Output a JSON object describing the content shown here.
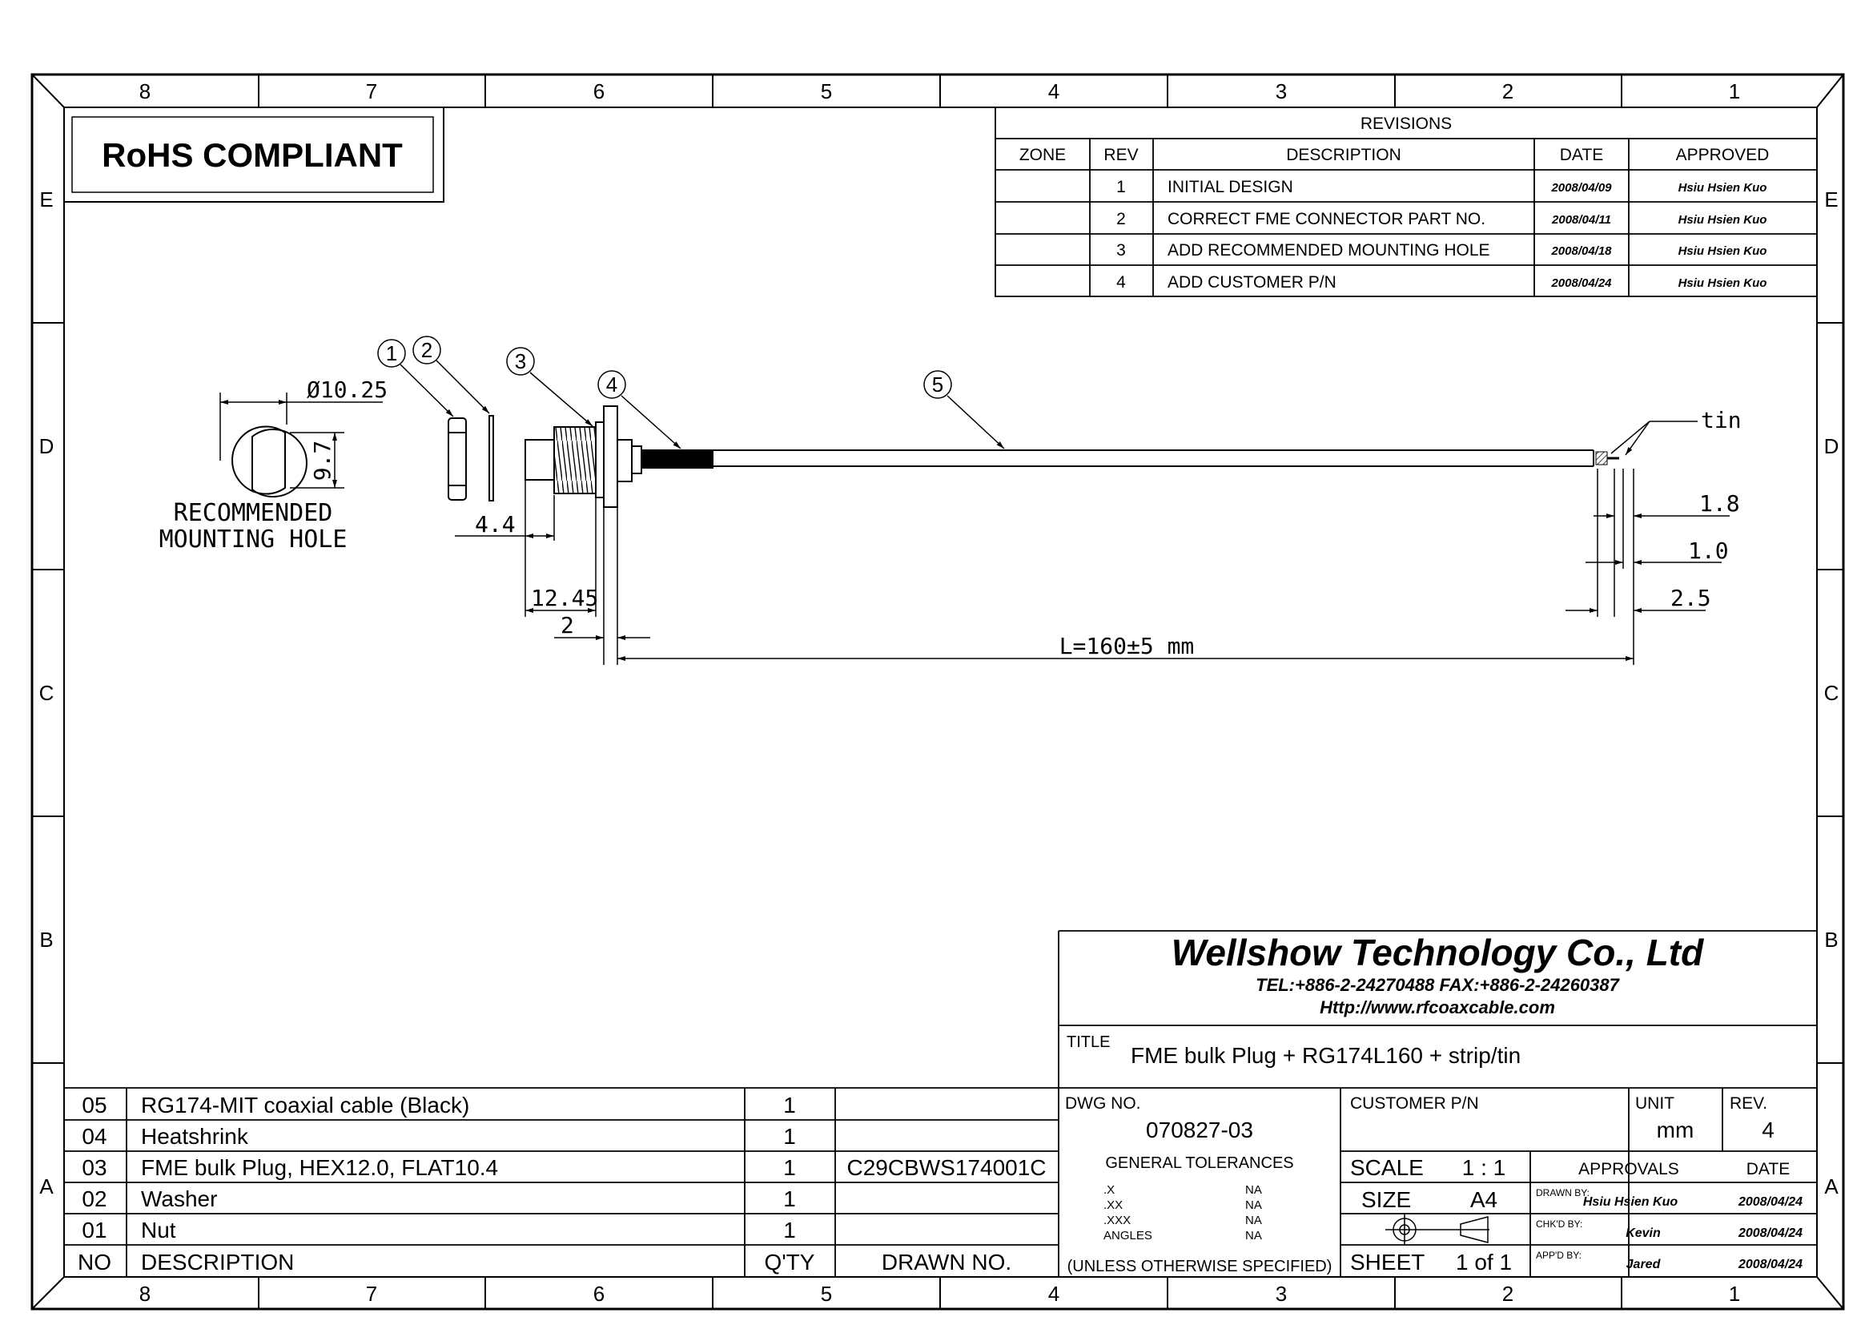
{
  "zones": {
    "columns": [
      "8",
      "7",
      "6",
      "5",
      "4",
      "3",
      "2",
      "1"
    ],
    "rows": [
      "E",
      "D",
      "C",
      "B",
      "A"
    ]
  },
  "rohs": "RoHS COMPLIANT",
  "revisions": {
    "title": "REVISIONS",
    "headers": [
      "ZONE",
      "REV",
      "DESCRIPTION",
      "DATE",
      "APPROVED"
    ],
    "rows": [
      {
        "zone": "",
        "rev": "1",
        "desc": "INITIAL DESIGN",
        "date": "2008/04/09",
        "approved": "Hsiu Hsien Kuo"
      },
      {
        "zone": "",
        "rev": "2",
        "desc": "CORRECT FME CONNECTOR PART NO.",
        "date": "2008/04/11",
        "approved": "Hsiu Hsien Kuo"
      },
      {
        "zone": "",
        "rev": "3",
        "desc": "ADD RECOMMENDED MOUNTING HOLE",
        "date": "2008/04/18",
        "approved": "Hsiu Hsien Kuo"
      },
      {
        "zone": "",
        "rev": "4",
        "desc": "ADD CUSTOMER P/N",
        "date": "2008/04/24",
        "approved": "Hsiu Hsien Kuo"
      }
    ]
  },
  "drawing": {
    "hole_diameter": "Ø10.25",
    "hole_flat": "9.7",
    "hole_label_1": "RECOMMENDED",
    "hole_label_2": "MOUNTING HOLE",
    "balloons": [
      "1",
      "2",
      "3",
      "4",
      "5"
    ],
    "dim_4_4": "4.4",
    "dim_12_45": "12.45",
    "dim_2": "2",
    "dim_length": "L=160±5 mm",
    "tin": "tin",
    "dim_1_8": "1.8",
    "dim_1_0": "1.0",
    "dim_2_5": "2.5"
  },
  "company": {
    "name": "Wellshow Technology Co., Ltd",
    "contact": "TEL:+886-2-24270488   FAX:+886-2-24260387",
    "web": "Http://www.rfcoaxcable.com"
  },
  "title_block": {
    "title_label": "TITLE",
    "title": "FME bulk Plug + RG174L160 + strip/tin",
    "dwg_label": "DWG NO.",
    "dwg_no": "070827-03",
    "customer_label": "CUSTOMER P/N",
    "customer_pn": "",
    "unit_label": "UNIT",
    "unit": "mm",
    "rev_label": "REV.",
    "rev": "4",
    "tol_title": "GENERAL TOLERANCES",
    "tol_rows": [
      {
        "k": ".X",
        "v": "NA"
      },
      {
        "k": ".XX",
        "v": "NA"
      },
      {
        "k": ".XXX",
        "v": "NA"
      },
      {
        "k": "ANGLES",
        "v": "NA"
      }
    ],
    "tol_note": "(UNLESS OTHERWISE SPECIFIED)",
    "scale_label": "SCALE",
    "scale": "1 : 1",
    "size_label": "SIZE",
    "size": "A4",
    "sheet_label": "SHEET",
    "sheet": "1 of 1",
    "approvals_label": "APPROVALS",
    "date_label": "DATE",
    "drawn_by_label": "DRAWN BY:",
    "drawn_by": "Hsiu Hsien Kuo",
    "drawn_date": "2008/04/24",
    "chkd_label": "CHK'D BY:",
    "chkd_by": "Kevin",
    "chkd_date": "2008/04/24",
    "appd_label": "APP'D BY:",
    "appd_by": "Jared",
    "appd_date": "2008/04/24"
  },
  "bom": {
    "headers": [
      "NO",
      "DESCRIPTION",
      "Q'TY",
      "DRAWN NO."
    ],
    "rows": [
      {
        "no": "05",
        "desc": "RG174-MIT coaxial cable (Black)",
        "qty": "1",
        "drawn": ""
      },
      {
        "no": "04",
        "desc": "Heatshrink",
        "qty": "1",
        "drawn": ""
      },
      {
        "no": "03",
        "desc": "FME bulk Plug, HEX12.0, FLAT10.4",
        "qty": "1",
        "drawn": "C29CBWS174001C"
      },
      {
        "no": "02",
        "desc": "Washer",
        "qty": "1",
        "drawn": ""
      },
      {
        "no": "01",
        "desc": "Nut",
        "qty": "1",
        "drawn": ""
      }
    ]
  }
}
